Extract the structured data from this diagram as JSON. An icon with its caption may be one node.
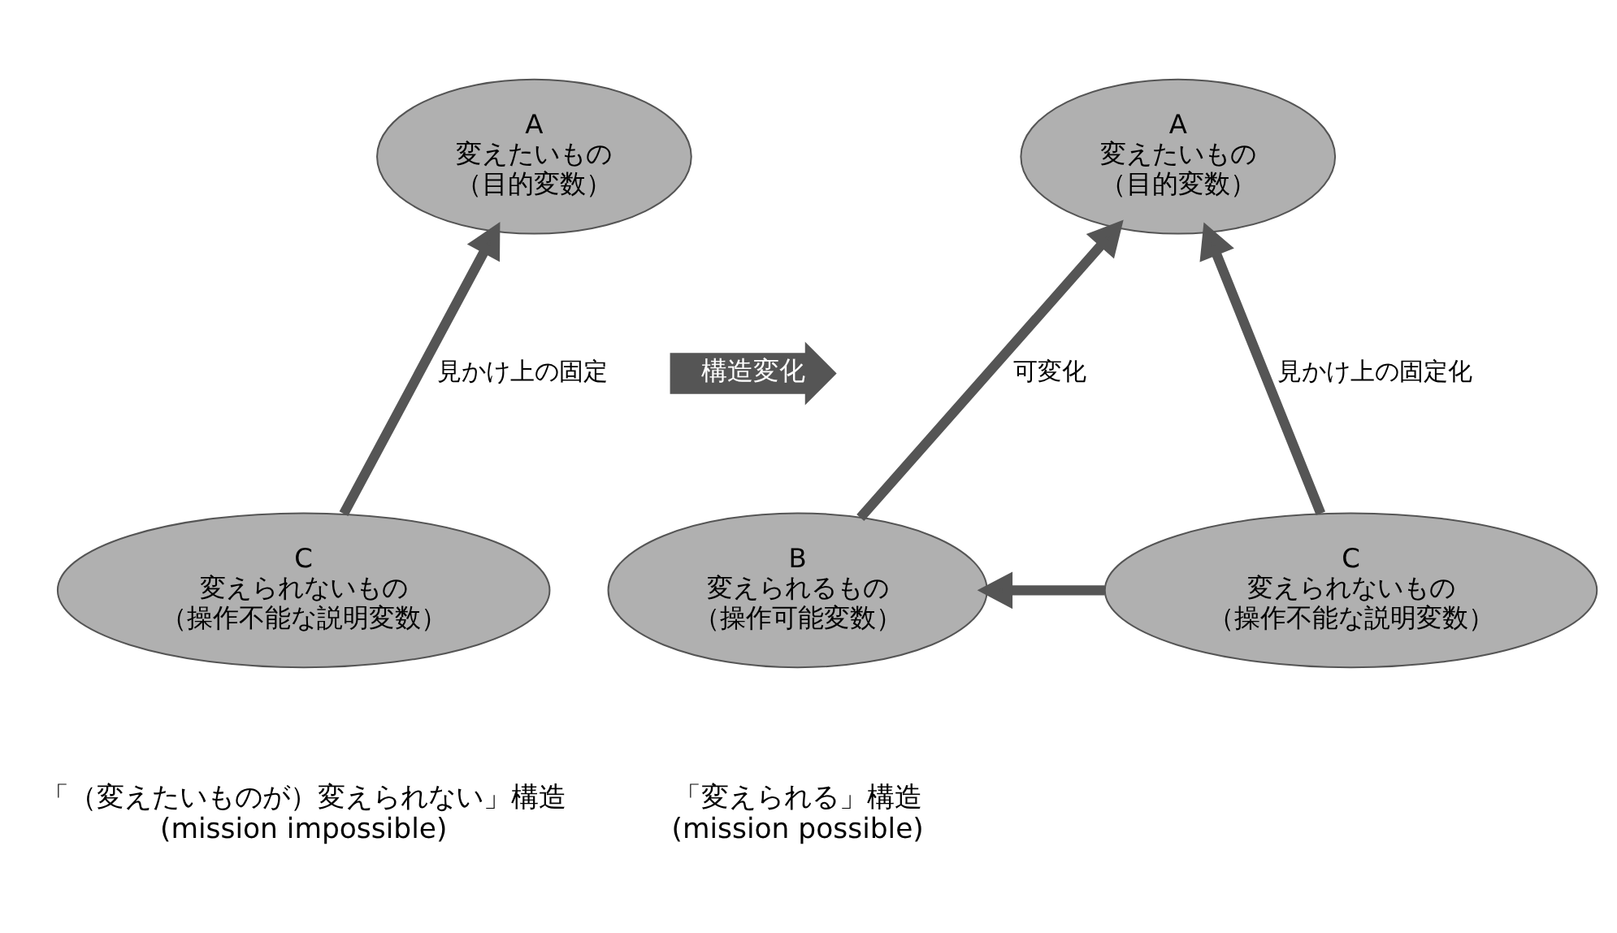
{
  "diagram": {
    "nodes": [
      {
        "text": [
          "A",
          "変えたいもの",
          "（目的変数）"
        ]
      },
      {
        "text": [
          "C",
          "変えられないもの",
          "（操作不能な説明変数）"
        ]
      },
      {
        "text": [
          "構造変化"
        ]
      },
      {
        "text": [
          "A",
          "変えたいもの",
          "（目的変数）"
        ]
      },
      {
        "text": [
          "B",
          "変えられるもの",
          "（操作可能変数）"
        ]
      },
      {
        "text": [
          "C",
          "変えられないもの",
          "（操作不能な説明変数）"
        ]
      }
    ],
    "edges": [
      {
        "from": 1,
        "to": 0,
        "arrow": "to",
        "label": "見かけ上の固定"
      },
      {
        "from": 4,
        "to": 3,
        "arrow": "to",
        "label": "可変化"
      },
      {
        "from": 5,
        "to": 3,
        "arrow": "to",
        "label": "見かけ上の固定化"
      },
      {
        "from": 5,
        "to": 4,
        "arrow": "to"
      }
    ],
    "labels": [
      "「（変えたいものが）変えられない」構造",
      "(mission impossible)",
      "「変えられる」構造",
      "(mission possible)"
    ]
  }
}
